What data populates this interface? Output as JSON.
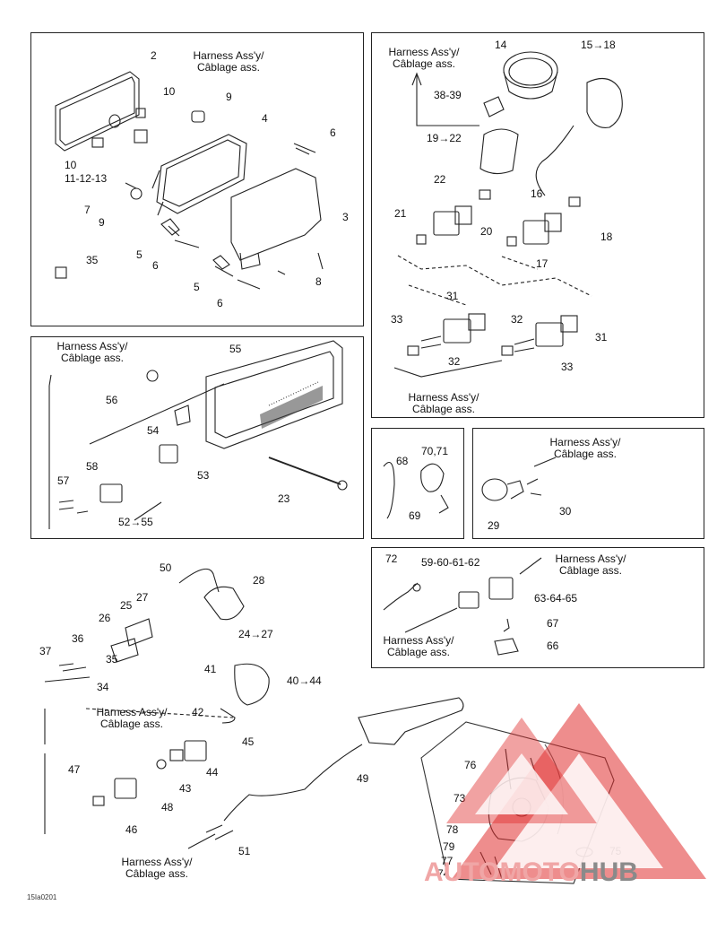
{
  "harness_text": [
    "Harness Ass'y/",
    "Câblage ass."
  ],
  "labels": {
    "p2": "2",
    "p10a": "10",
    "p9a": "9",
    "p4": "4",
    "p6a": "6",
    "p10b": "10",
    "p11_13": "11-12-13",
    "p7": "7",
    "p9b": "9",
    "p3": "3",
    "p5a": "5",
    "p6b": "6",
    "p35": "35",
    "p5b": "5",
    "p8": "8",
    "p6c": "6",
    "p14": "14",
    "p15_18": "15→18",
    "p38_39": "38-39",
    "p19_22": "19→22",
    "p22": "22",
    "p21": "21",
    "p20": "20",
    "p16": "16",
    "p18": "18",
    "p17": "17",
    "p31a": "31",
    "p33a": "33",
    "p32a": "32",
    "p32b": "32",
    "p31b": "31",
    "p33b": "33",
    "p55": "55",
    "p56": "56",
    "p54": "54",
    "p58": "58",
    "p57": "57",
    "p53": "53",
    "p23": "23",
    "p52_55": "52→55",
    "p68": "68",
    "p70_71": "70,71",
    "p69": "69",
    "p29": "29",
    "p30": "30",
    "p72": "72",
    "p59_62": "59-60-61-62",
    "p63_65": "63-64-65",
    "p67": "67",
    "p66": "66",
    "p50": "50",
    "p28": "28",
    "p27": "27",
    "p25": "25",
    "p26": "26",
    "p24_27": "24→27",
    "p37": "37",
    "p36": "36",
    "p35b": "35",
    "p34": "34",
    "p41": "41",
    "p40_44": "40→44",
    "p42": "42",
    "p45": "45",
    "p44": "44",
    "p47": "47",
    "p43": "43",
    "p48": "48",
    "p46": "46",
    "p49": "49",
    "p51": "51",
    "p76": "76",
    "p73": "73",
    "p78": "78",
    "p79": "79",
    "p77": "77",
    "p74": "74",
    "p75": "75"
  },
  "drawing_code": "15Ia0201",
  "watermark": {
    "part1": "AUTO",
    "part2": "MOTO",
    "part3": "HUB",
    "color_accent": "#e03030",
    "color_gray": "#8a8a8a"
  }
}
